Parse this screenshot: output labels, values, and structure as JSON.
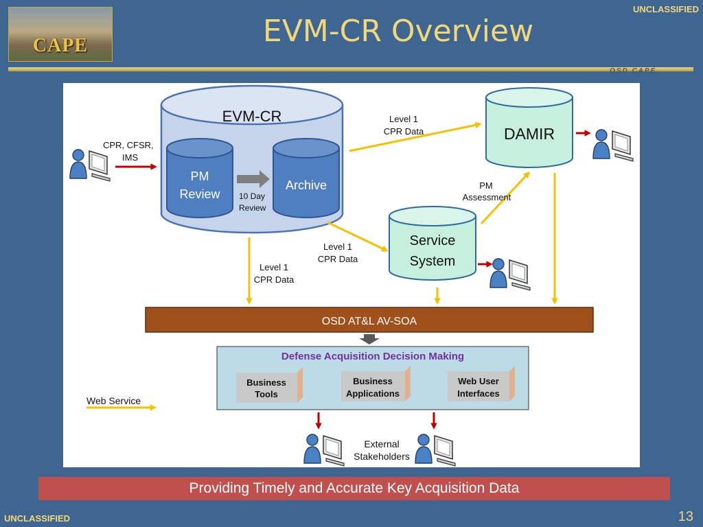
{
  "header": {
    "title": "EVM-CR Overview",
    "classification_top": "UNCLASSIFIED",
    "logo_text": "CAPE",
    "rule_tag": "OSD CAPE"
  },
  "diagram": {
    "evmcr_label": "EVM-CR",
    "pm_review_line1": "PM",
    "pm_review_line2": "Review",
    "archive_label": "Archive",
    "ten_day_line1": "10 Day",
    "ten_day_line2": "Review",
    "input_line1": "CPR, CFSR,",
    "input_line2": "IMS",
    "damir_label": "DAMIR",
    "level1_top_line1": "Level 1",
    "level1_top_line2": "CPR Data",
    "pm_assess_line1": "PM",
    "pm_assess_line2": "Assessment",
    "service_line1": "Service",
    "service_line2": "System",
    "level1_mid_line1": "Level 1",
    "level1_mid_line2": "CPR Data",
    "level1_left_line1": "Level 1",
    "level1_left_line2": "CPR Data",
    "soa_label": "OSD AT&L AV-SOA",
    "decision_title": "Defense Acquisition Decision Making",
    "tool1_line1": "Business",
    "tool1_line2": "Tools",
    "tool2_line1": "Business",
    "tool2_line2": "Applications",
    "tool3_line1": "Web User",
    "tool3_line2": "Interfaces",
    "legend_label": "Web Service",
    "ext_line1": "External",
    "ext_line2": "Stakeholders"
  },
  "colors": {
    "background": "#3e6690",
    "title": "#f1d77a",
    "cylinder_blue": "#4f7fc0",
    "cylinder_green": "#c6efdd",
    "soa_bar": "#a0501a",
    "banner": "#c0504d",
    "arrow_yellow": "#f5c000",
    "arrow_red": "#c00000"
  },
  "footer": {
    "banner": "Providing Timely and Accurate Key Acquisition Data",
    "classification_bottom": "UNCLASSIFIED",
    "page_number": "13"
  }
}
